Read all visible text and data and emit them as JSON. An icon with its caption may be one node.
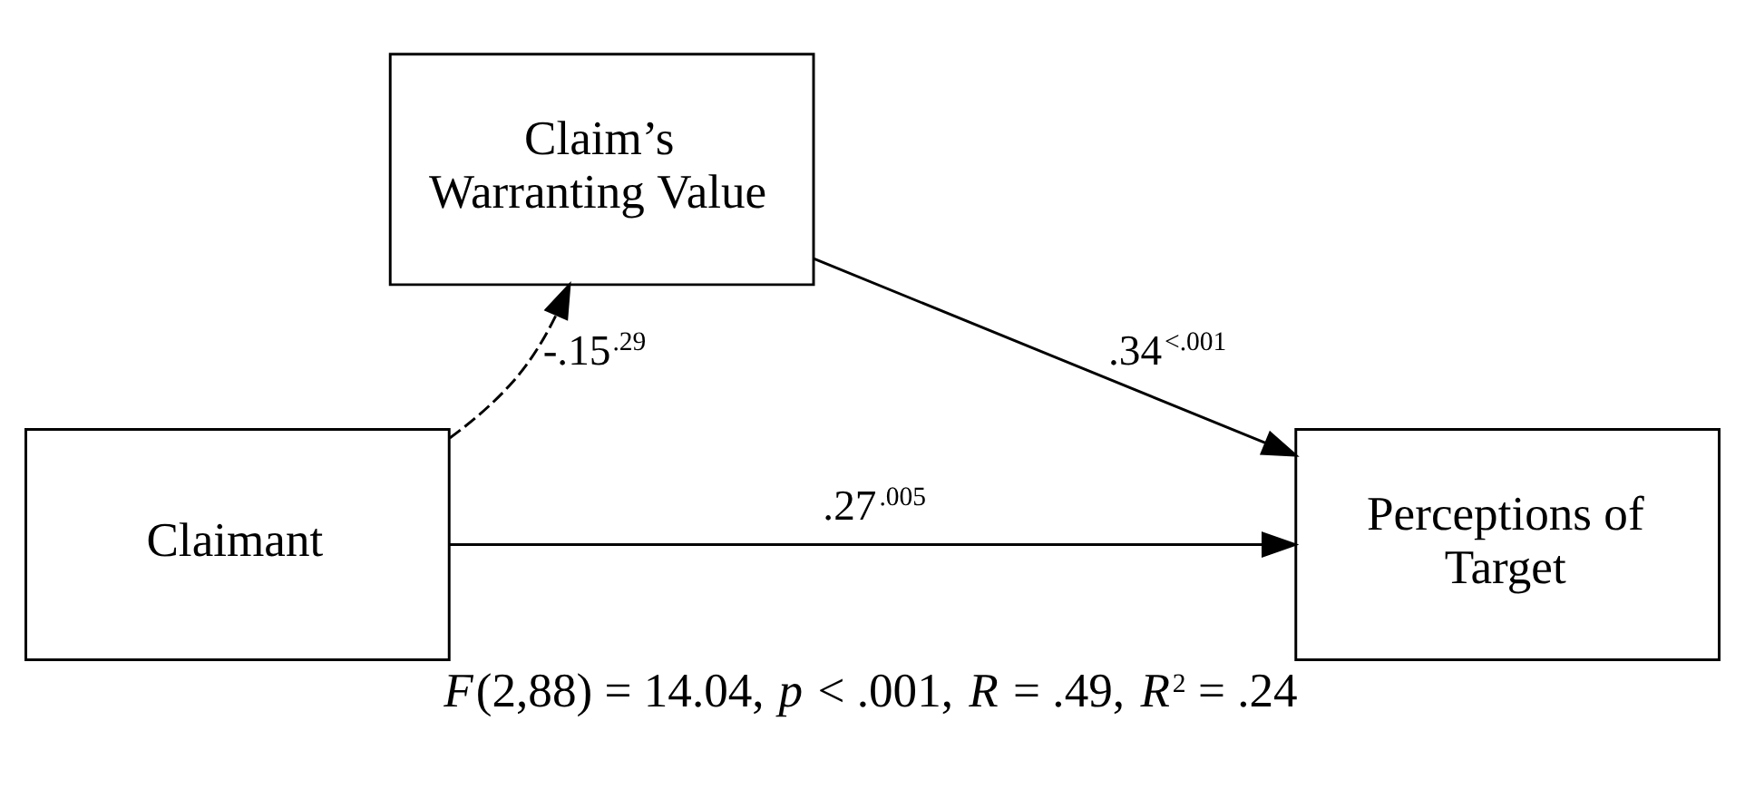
{
  "diagram": {
    "caption": "*F*(2,88) = 14.04, *p* < .001, *R* = .49, *R*$^{2}$ = .24",
    "nodes": [
      {
        "text": [
          "Claimant"
        ]
      },
      {
        "text": [
          "Claim’s Warranting Value"
        ]
      },
      {
        "text": [
          "Perceptions of Target"
        ]
      }
    ],
    "edges": [
      {
        "from": 0,
        "to": 1,
        "arrow": "to",
        "label": "-.15$^{.29}$",
        "style": "dashed"
      },
      {
        "from": 1,
        "to": 2,
        "arrow": "to",
        "label": ".34$^{<.001}$"
      },
      {
        "from": 0,
        "to": 2,
        "arrow": "to",
        "label": ".27$^{.005}$"
      }
    ]
  }
}
